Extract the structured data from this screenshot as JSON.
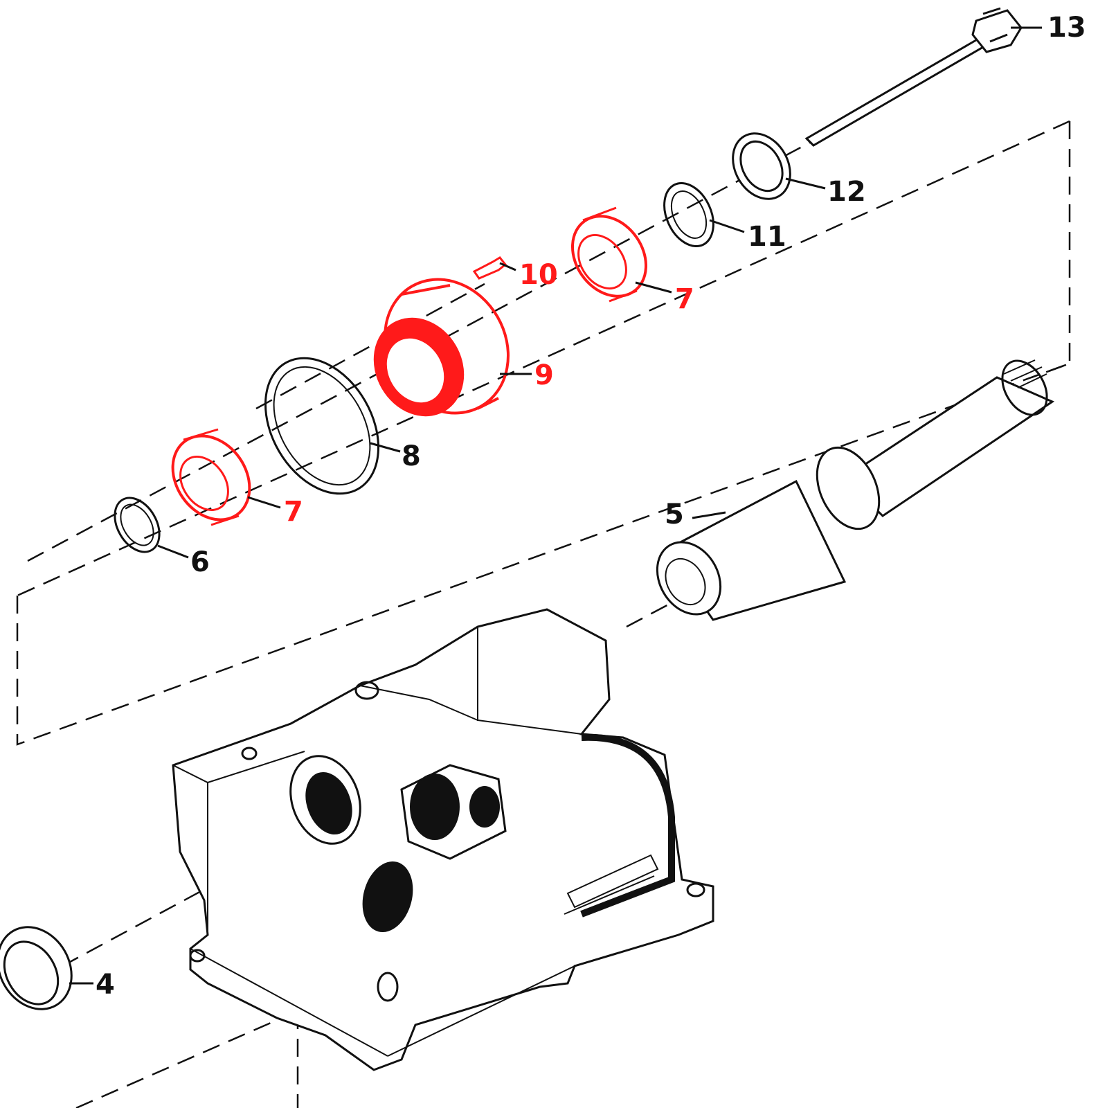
{
  "colors": {
    "ink": "#111111",
    "highlight": "#ff1a1a",
    "paper": "#ffffff"
  },
  "callouts": {
    "c4": "4",
    "c5": "5",
    "c6": "6",
    "c7a": "7",
    "c7b": "7",
    "c8": "8",
    "c9": "9",
    "c10": "10",
    "c11": "11",
    "c12": "12",
    "c13": "13"
  },
  "highlighted_parts": [
    "7",
    "9",
    "10"
  ]
}
